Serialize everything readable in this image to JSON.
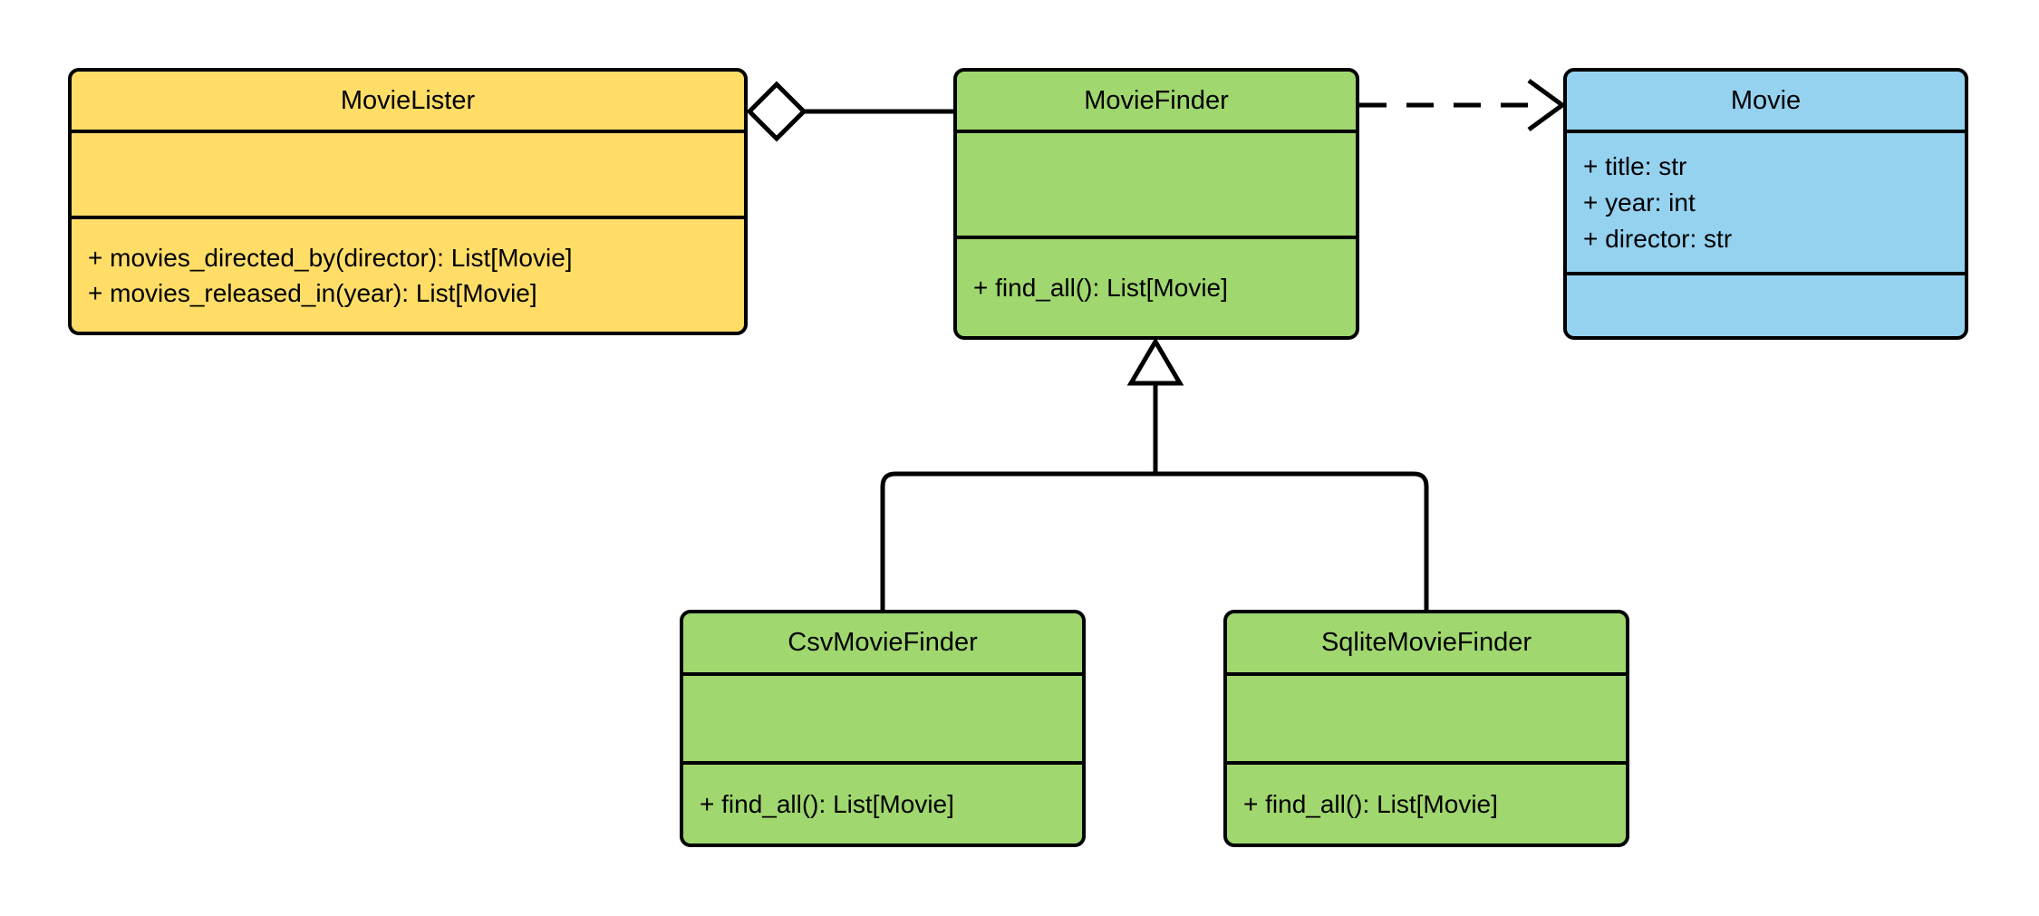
{
  "diagram": {
    "kind": "uml-class-diagram",
    "colors": {
      "background": "#ffffff",
      "stroke": "#000000",
      "yellow_fill": "#ffdd67",
      "green_fill": "#a0d76e",
      "blue_fill": "#95d2f0",
      "shape_fill": "#ffffff"
    },
    "classes": [
      {
        "name": "MovieLister",
        "fill": "#ffdd67",
        "attributes": [],
        "methods": [
          "+ movies_directed_by(director): List[Movie]",
          "+ movies_released_in(year): List[Movie]"
        ]
      },
      {
        "name": "MovieFinder",
        "fill": "#a0d76e",
        "attributes": [],
        "methods": [
          "+ find_all(): List[Movie]"
        ]
      },
      {
        "name": "Movie",
        "fill": "#95d2f0",
        "attributes": [
          "+ title: str",
          "+ year: int",
          "+ director: str"
        ],
        "methods": []
      },
      {
        "name": "CsvMovieFinder",
        "fill": "#a0d76e",
        "attributes": [],
        "methods": [
          "+ find_all(): List[Movie]"
        ]
      },
      {
        "name": "SqliteMovieFinder",
        "fill": "#a0d76e",
        "attributes": [],
        "methods": [
          "+ find_all(): List[Movie]"
        ]
      }
    ],
    "relationships": [
      {
        "type": "aggregation",
        "whole": "MovieLister",
        "part": "MovieFinder",
        "line": "solid",
        "marker": "hollow-diamond"
      },
      {
        "type": "dependency",
        "from": "MovieFinder",
        "to": "Movie",
        "line": "dashed",
        "marker": "open-arrow"
      },
      {
        "type": "inheritance",
        "subclass": "CsvMovieFinder",
        "superclass": "MovieFinder",
        "line": "solid",
        "marker": "hollow-triangle"
      },
      {
        "type": "inheritance",
        "subclass": "SqliteMovieFinder",
        "superclass": "MovieFinder",
        "line": "solid",
        "marker": "hollow-triangle"
      }
    ]
  }
}
